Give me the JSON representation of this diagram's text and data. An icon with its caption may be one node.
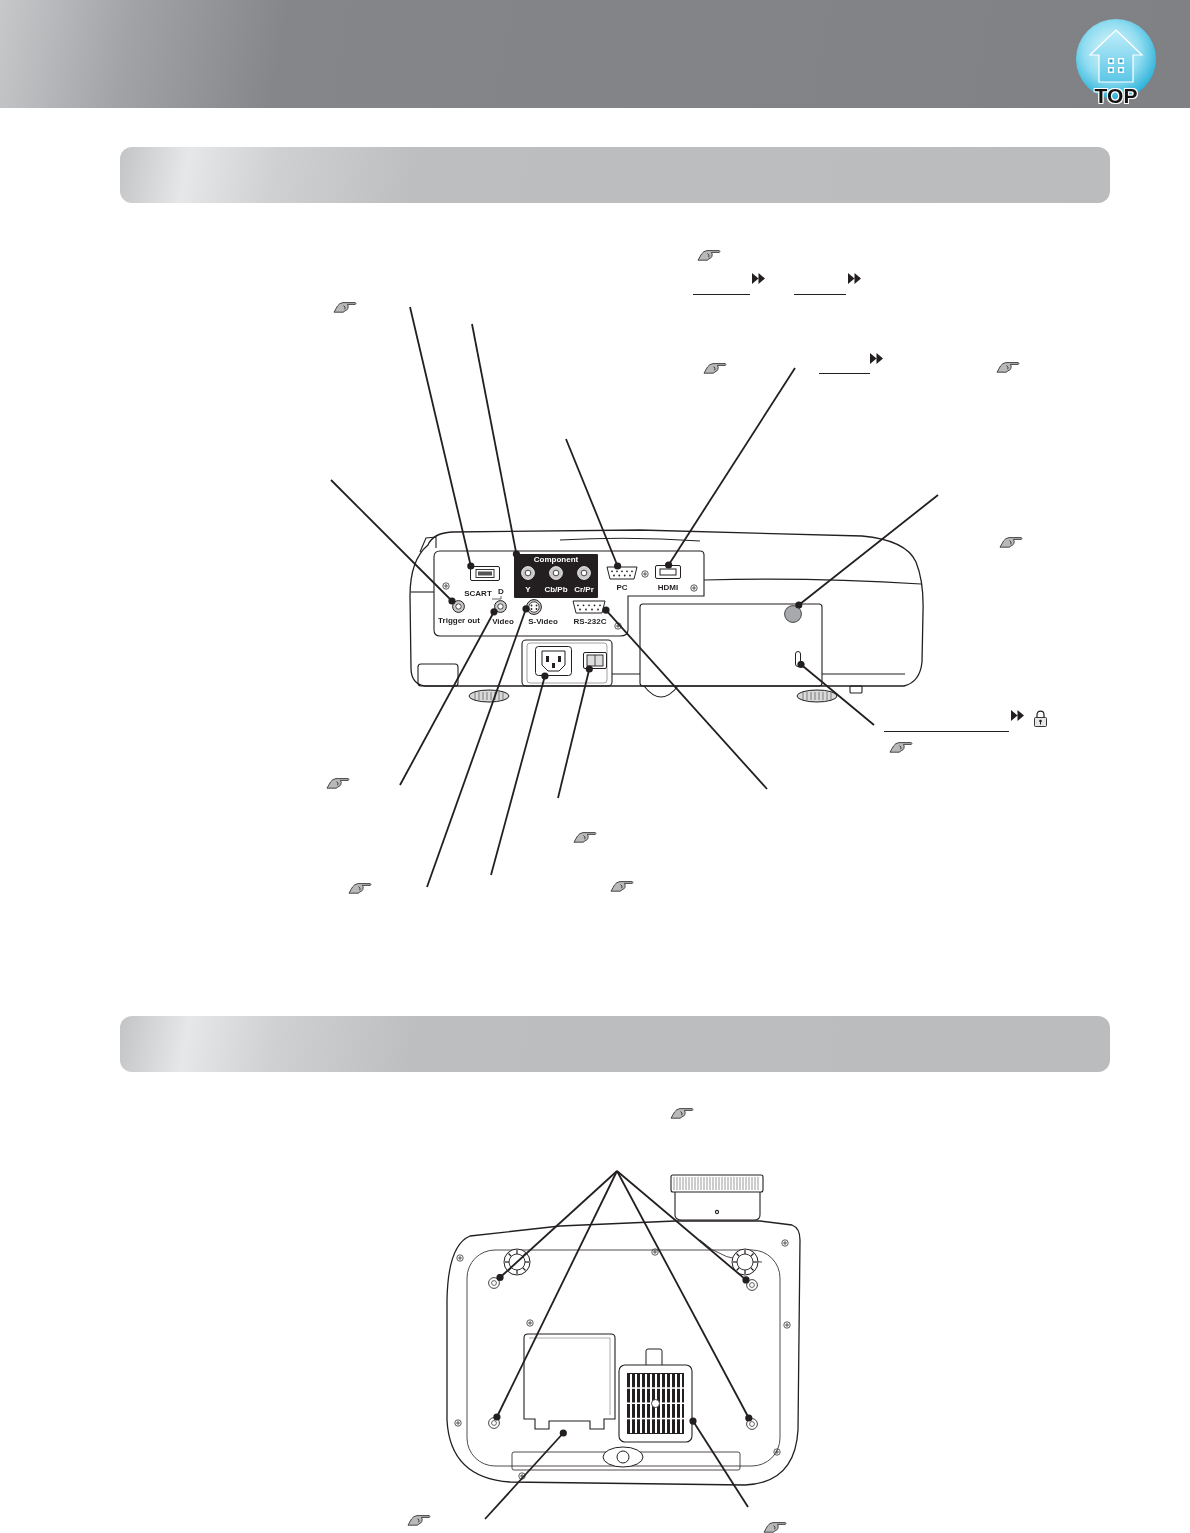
{
  "diagram": {
    "nodes": [
      {
        "text": [],
        "shape": "box"
      },
      {
        "text": [
          "Component",
          "Y",
          "Cb/Pb",
          "Cr/Pr"
        ]
      },
      {
        "text": [],
        "shape": "box",
        "beside": [
          "PC"
        ]
      },
      {
        "text": [],
        "shape": "box",
        "beside": [
          "HDMI"
        ]
      },
      {
        "text": [],
        "shape": "circle",
        "beside": [
          "Trigger out"
        ]
      },
      {
        "text": [],
        "shape": "circle",
        "beside": [
          "Video"
        ]
      },
      {
        "text": [],
        "shape": "circle",
        "beside": [
          "S-Video"
        ]
      },
      {
        "text": [],
        "shape": "box",
        "beside": [
          "RS-232C"
        ]
      },
      {
        "text": [],
        "shape": "box"
      },
      {
        "text": [],
        "shape": "box"
      },
      {
        "text": [],
        "shape": "circle"
      },
      {
        "text": [],
        "shape": "box"
      },
      {
        "text": [],
        "shape": "circle"
      },
      {
        "text": [],
        "shape": "circle"
      },
      {
        "text": [],
        "shape": "circle"
      },
      {
        "text": [],
        "shape": "circle"
      },
      {
        "text": [],
        "shape": "box"
      },
      {
        "text": [],
        "shape": "box"
      }
    ],
    "edges": [
      {
        "from": null,
        "to": 0,
        "arrow": "other"
      },
      {
        "from": null,
        "to": 1,
        "arrow": "other"
      },
      {
        "from": null,
        "to": 2,
        "arrow": "other"
      },
      {
        "from": null,
        "to": 3,
        "arrow": "other"
      },
      {
        "from": null,
        "to": 4,
        "arrow": "other"
      },
      {
        "from": null,
        "to": 5,
        "arrow": "other"
      },
      {
        "from": null,
        "to": 6,
        "arrow": "other"
      },
      {
        "from": null,
        "to": 7,
        "arrow": "other"
      },
      {
        "from": null,
        "to": 8,
        "arrow": "other"
      },
      {
        "from": null,
        "to": 9,
        "arrow": "other"
      },
      {
        "from": null,
        "to": 10,
        "arrow": "other"
      },
      {
        "from": null,
        "to": 11,
        "arrow": "other"
      },
      {
        "from": null,
        "to": 12,
        "arrow": "other"
      },
      {
        "from": null,
        "to": 13,
        "arrow": "other"
      },
      {
        "from": null,
        "to": 14,
        "arrow": "other"
      },
      {
        "from": null,
        "to": 15,
        "arrow": "other"
      },
      {
        "from": null,
        "to": 16,
        "arrow": "other"
      },
      {
        "from": null,
        "to": 17,
        "arrow": "other"
      }
    ],
    "labels": [
      "TOP",
      "SCART",
      "D"
    ]
  }
}
